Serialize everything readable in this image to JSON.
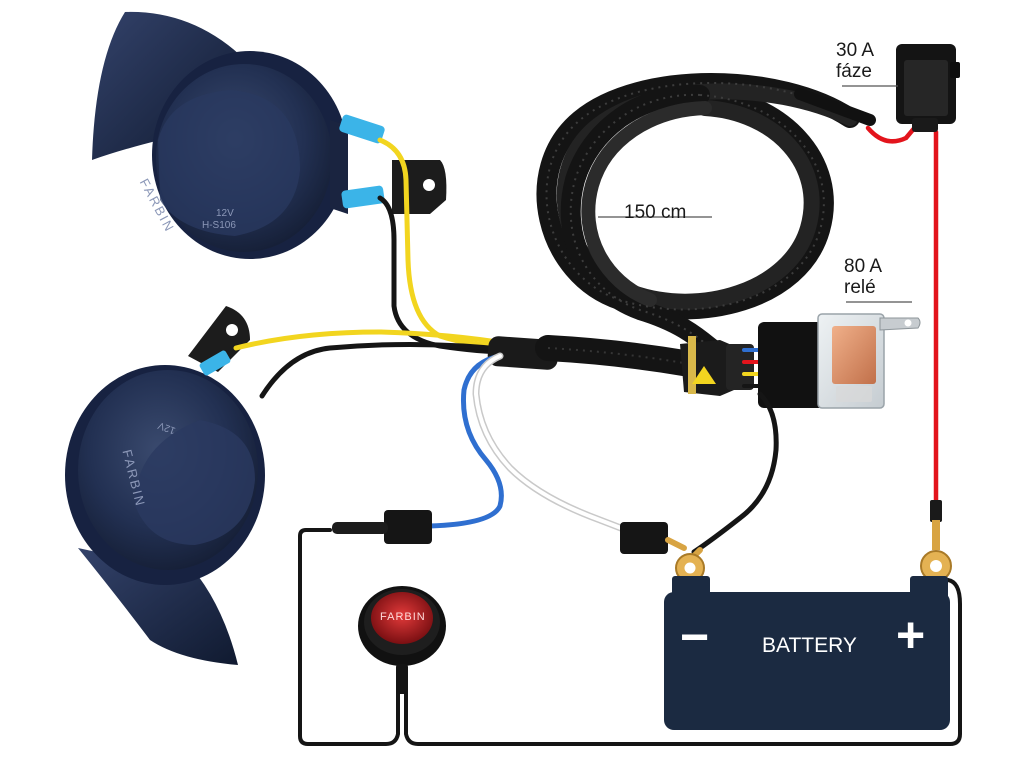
{
  "fuse_label": {
    "line1": "30 A",
    "line2": "fáze"
  },
  "cable_length_label": "150 cm",
  "relay_label": {
    "line1": "80 A",
    "line2": "relé"
  },
  "battery": {
    "label": "BATTERY",
    "negative": "−",
    "positive": "+"
  },
  "brand": "FARBIN",
  "horn_markings": {
    "voltage": "12V",
    "code": "H-S106"
  },
  "colors": {
    "horn_body": "#1e2a44",
    "wire_yellow": "#f2d51f",
    "wire_blue": "#2f6fd0",
    "wire_red": "#e3141c",
    "wire_white": "#ffffff",
    "wire_black": "#151515",
    "battery": "#1b2a41",
    "relay_copper": "#d9906a",
    "connector_blue": "#3bb4e8"
  }
}
